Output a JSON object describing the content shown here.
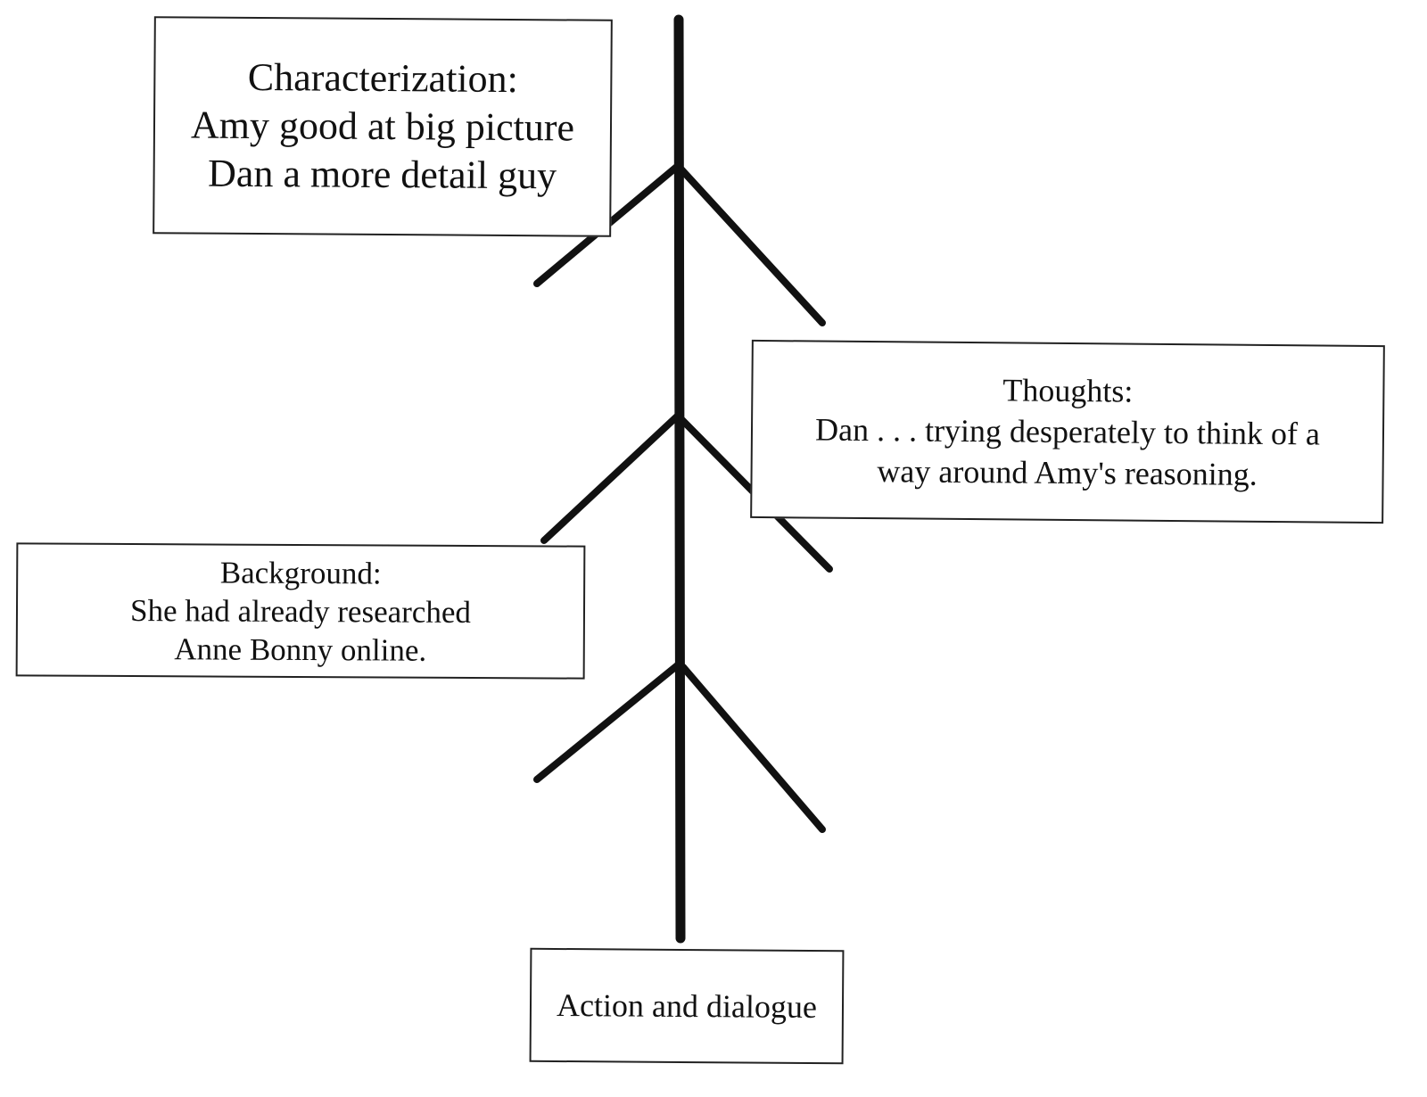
{
  "diagram": {
    "type": "fishbone",
    "boxes": {
      "characterization": {
        "heading": "Characterization:",
        "lines": [
          "Amy good at big picture",
          "Dan a more detail guy"
        ]
      },
      "thoughts": {
        "heading": "Thoughts:",
        "lines": [
          "Dan . . . trying desperately to think of a",
          "way around Amy's reasoning."
        ]
      },
      "background": {
        "heading": "Background:",
        "lines": [
          "She had already researched",
          "Anne Bonny online."
        ]
      },
      "action": {
        "label": "Action and dialogue"
      }
    },
    "stroke_color": "#111111",
    "border_color": "#222222",
    "background_color": "#ffffff"
  }
}
